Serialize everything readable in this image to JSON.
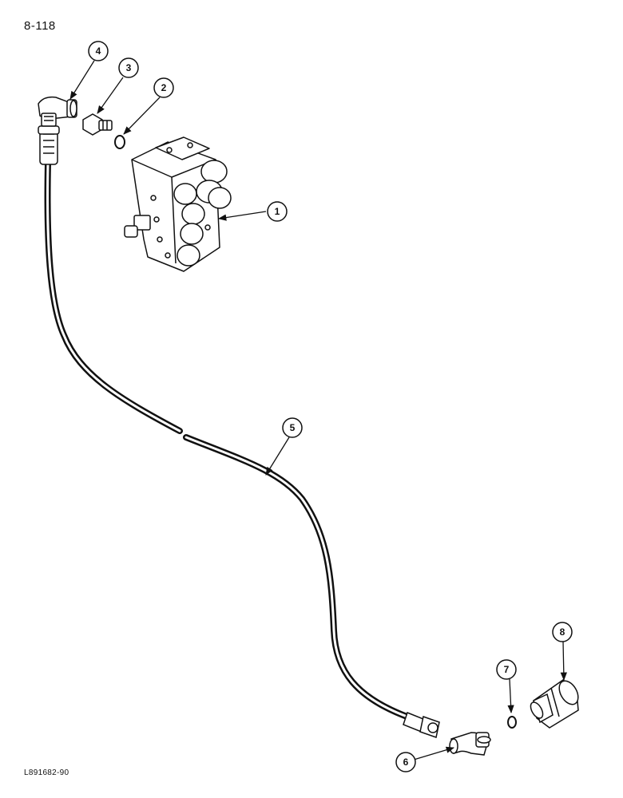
{
  "page_number": "8-118",
  "figure_id": "L891682-90",
  "callouts": [
    {
      "number": "1",
      "part": "control-valve"
    },
    {
      "number": "2",
      "part": "o-ring"
    },
    {
      "number": "3",
      "part": "adapter"
    },
    {
      "number": "4",
      "part": "elbow"
    },
    {
      "number": "5",
      "part": "hose"
    },
    {
      "number": "6",
      "part": "elbow"
    },
    {
      "number": "7",
      "part": "o-ring"
    },
    {
      "number": "8",
      "part": "quick-coupler"
    }
  ]
}
